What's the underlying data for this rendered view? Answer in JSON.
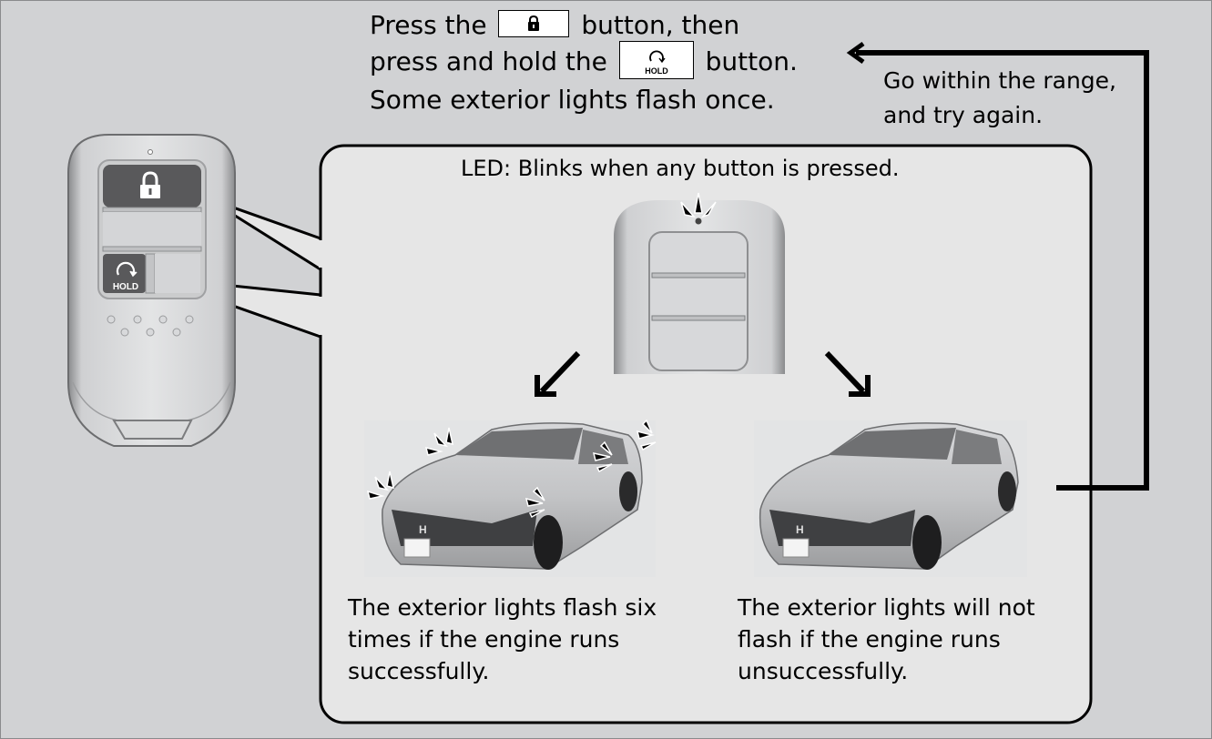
{
  "instructions": {
    "line1_pre": "Press the",
    "line1_post": "button, then",
    "line2_pre": "press and hold the",
    "line2_post": "button.",
    "line3": "Some exterior lights flash once.",
    "lock_button_icon": "lock-icon",
    "hold_button_icon": "remote-start-icon",
    "hold_button_label": "HOLD"
  },
  "retry_note": {
    "line1": "Go within the range,",
    "line2": "and try again."
  },
  "key_fob": {
    "lock_button_icon": "lock-icon",
    "hold_button_label": "HOLD"
  },
  "led_note": "LED: Blinks when any button is pressed.",
  "outcomes": [
    {
      "line1": "The exterior lights flash six",
      "line2": "times if the engine runs",
      "line3": "successfully."
    },
    {
      "line1": "The exterior lights will not",
      "line2": "flash if the engine runs",
      "line3": "unsuccessfully."
    }
  ],
  "colors": {
    "background": "#d1d2d4",
    "panel": "#e6e6e6",
    "button_dark": "#59595b",
    "line": "#000000"
  }
}
